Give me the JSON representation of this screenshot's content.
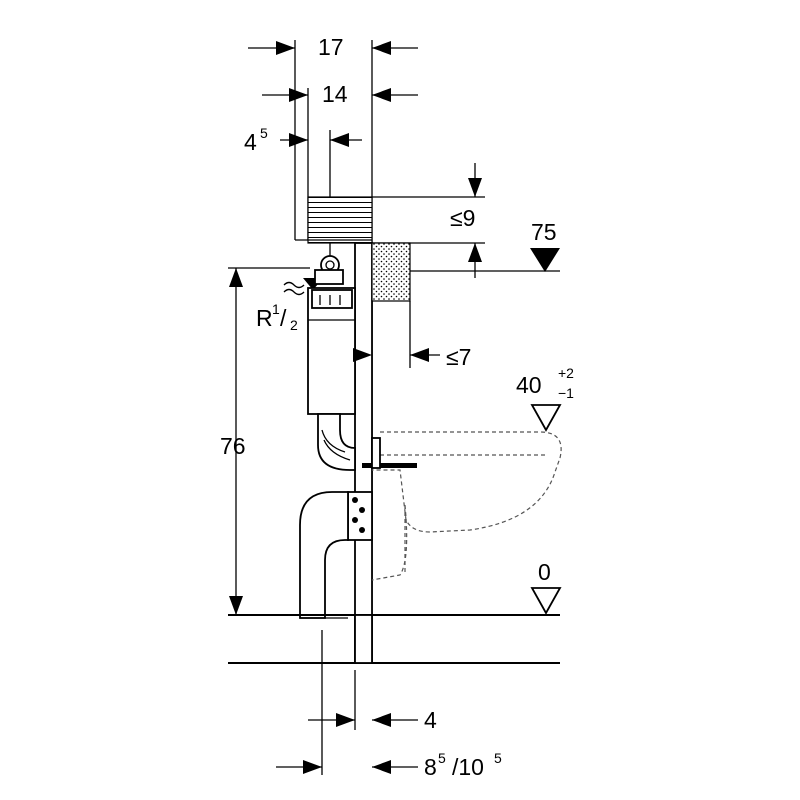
{
  "dimensions": {
    "top_width_outer": "17",
    "top_width_inner": "14",
    "offset_left": "4",
    "offset_left_sup": "5",
    "top_clearance": "≤9",
    "button_depth": "≤7",
    "frame_height": "76",
    "inlet_label": "R",
    "inlet_sup": "1",
    "inlet_sub": "2",
    "bottom_offset": "4",
    "bottom_depth_a": "8",
    "bottom_depth_a_sup": "5",
    "bottom_depth_b": "/10",
    "bottom_depth_b_sup": "5"
  },
  "levels": {
    "top_level": "75",
    "seat_level": "40",
    "seat_tol_plus": "+2",
    "seat_tol_minus": "−1",
    "floor_level": "0"
  },
  "colors": {
    "line": "#000000",
    "hidden": "#555555",
    "background": "#ffffff"
  },
  "icons": [
    "level-marker-filled-icon",
    "level-marker-open-icon",
    "dimension-arrow-icon",
    "water-inlet-icon"
  ]
}
